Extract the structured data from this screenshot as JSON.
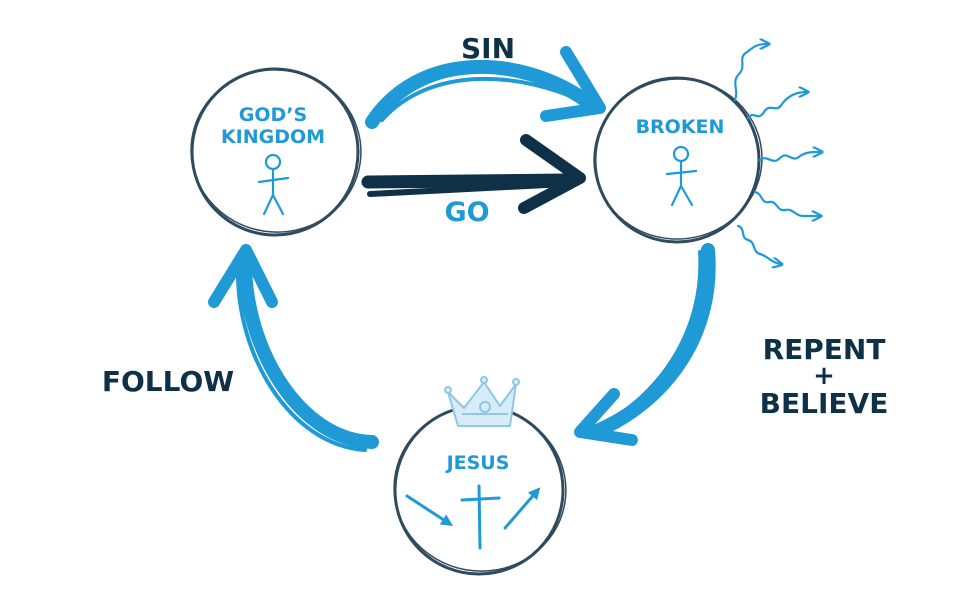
{
  "colors": {
    "accent_blue": "#1f9ad6",
    "navy": "#0e3148",
    "circle_stroke": "#2f4b5e",
    "crown_fill": "#d6ecf7"
  },
  "nodes": {
    "gods_kingdom": {
      "line1": "GOD’S",
      "line2": "KINGDOM"
    },
    "broken": {
      "label": "BROKEN"
    },
    "jesus": {
      "label": "JESUS"
    }
  },
  "edges": {
    "sin": "SIN",
    "go": "GO",
    "follow": "FOLLOW",
    "repent": {
      "line1": "REPENT",
      "line2": "+",
      "line3": "BELIEVE"
    }
  },
  "icons": [
    "stick-figure-icon",
    "crown-icon",
    "cross-icon",
    "wavy-arrow-icon"
  ]
}
